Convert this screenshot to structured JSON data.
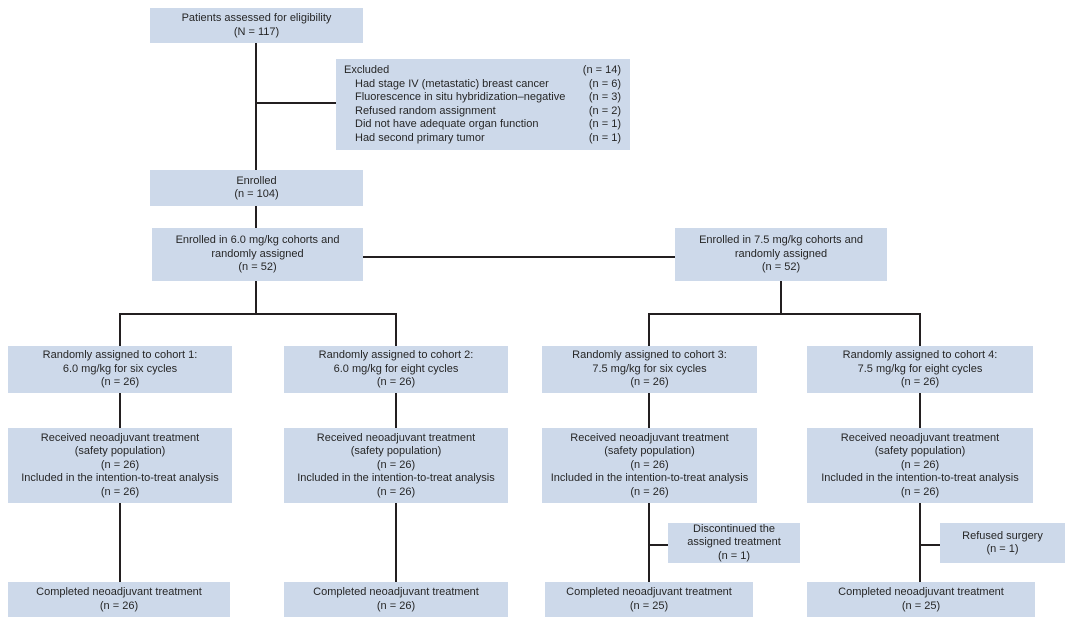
{
  "palette": {
    "box_fill": "#cdd9ea",
    "line_color": "#231f20",
    "text_color": "#262626",
    "background": "#ffffff"
  },
  "flowchart": {
    "eligibility": {
      "lines": [
        "Patients assessed for eligibility",
        "(N = 117)"
      ]
    },
    "excluded": {
      "title": "Excluded",
      "title_count": "(n = 14)",
      "items": [
        {
          "label": "Had stage IV (metastatic) breast cancer",
          "count": "(n = 6)"
        },
        {
          "label": "Fluorescence in situ hybridization–negative",
          "count": "(n = 3)"
        },
        {
          "label": "Refused random assignment",
          "count": "(n = 2)"
        },
        {
          "label": "Did not have adequate organ function",
          "count": "(n = 1)"
        },
        {
          "label": "Had second primary tumor",
          "count": "(n = 1)"
        }
      ]
    },
    "enrolled": {
      "lines": [
        "Enrolled",
        "(n = 104)"
      ]
    },
    "arms": [
      {
        "lines": [
          "Enrolled in 6.0 mg/kg cohorts and",
          "randomly assigned",
          "(n = 52)"
        ]
      },
      {
        "lines": [
          "Enrolled in 7.5 mg/kg cohorts and",
          "randomly assigned",
          "(n = 52)"
        ]
      }
    ],
    "cohorts": [
      {
        "lines": [
          "Randomly assigned to cohort 1:",
          "6.0 mg/kg for six cycles",
          "(n = 26)"
        ]
      },
      {
        "lines": [
          "Randomly assigned to cohort 2:",
          "6.0 mg/kg for eight cycles",
          "(n = 26)"
        ]
      },
      {
        "lines": [
          "Randomly assigned to cohort 3:",
          "7.5 mg/kg for six cycles",
          "(n = 26)"
        ]
      },
      {
        "lines": [
          "Randomly assigned to cohort 4:",
          "7.5 mg/kg for eight cycles",
          "(n = 26)"
        ]
      }
    ],
    "received": [
      {
        "lines": [
          "Received neoadjuvant treatment",
          "(safety population)",
          "(n = 26)",
          "Included in the intention-to-treat analysis",
          "(n = 26)"
        ]
      },
      {
        "lines": [
          "Received neoadjuvant treatment",
          "(safety population)",
          "(n = 26)",
          "Included in the intention-to-treat analysis",
          "(n = 26)"
        ]
      },
      {
        "lines": [
          "Received neoadjuvant treatment",
          "(safety population)",
          "(n = 26)",
          "Included in the intention-to-treat analysis",
          "(n = 26)"
        ]
      },
      {
        "lines": [
          "Received neoadjuvant treatment",
          "(safety population)",
          "(n = 26)",
          "Included in the intention-to-treat analysis",
          "(n = 26)"
        ]
      }
    ],
    "deviations": {
      "discontinued": {
        "lines": [
          "Discontinued the",
          "assigned treatment",
          "(n = 1)"
        ]
      },
      "refused": {
        "lines": [
          "Refused surgery",
          "(n = 1)"
        ]
      }
    },
    "completed": [
      {
        "lines": [
          "Completed neoadjuvant treatment",
          "(n = 26)"
        ]
      },
      {
        "lines": [
          "Completed neoadjuvant treatment",
          "(n = 26)"
        ]
      },
      {
        "lines": [
          "Completed neoadjuvant treatment",
          "(n = 25)"
        ]
      },
      {
        "lines": [
          "Completed neoadjuvant treatment",
          "(n = 25)"
        ]
      }
    ]
  }
}
